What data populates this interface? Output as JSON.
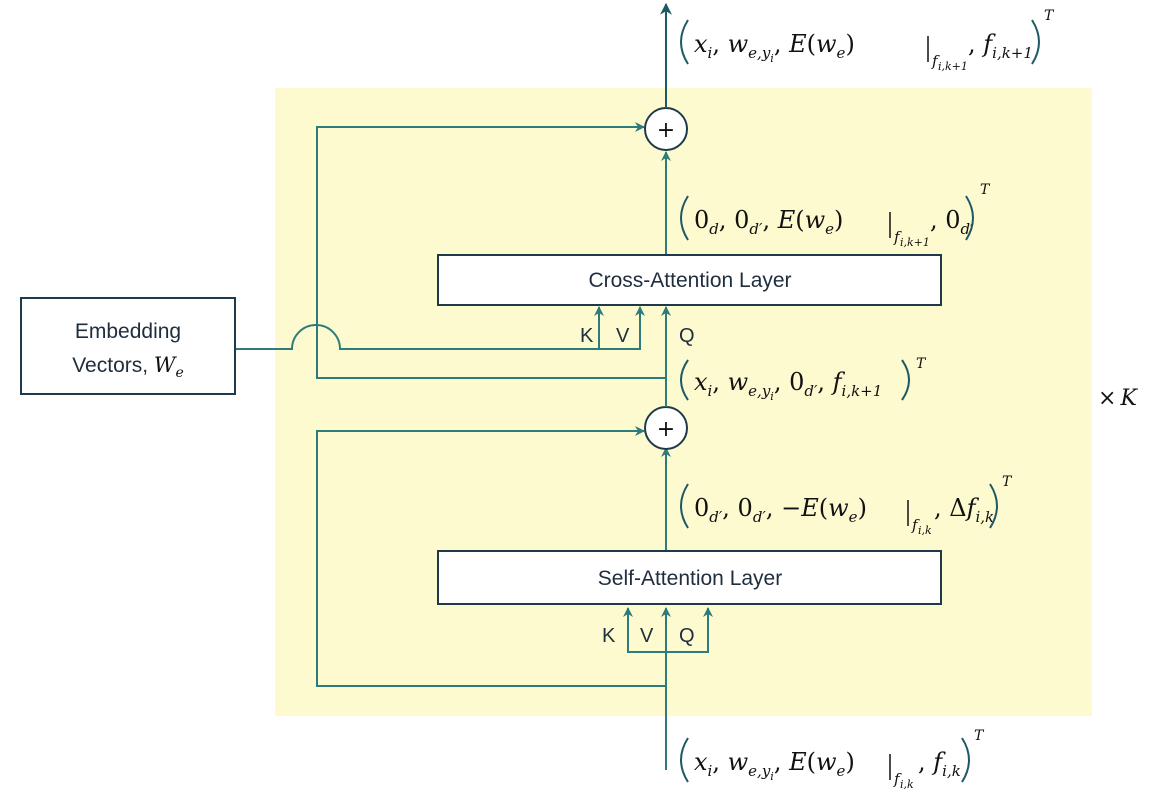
{
  "layers": {
    "cross_attention": "Cross-Attention Layer",
    "self_attention": "Self-Attention Layer"
  },
  "embedding": {
    "line1": "Embedding",
    "line2_text": "Vectors, ",
    "line2_symbol": "W",
    "line2_sub": "e"
  },
  "ports": {
    "k": "K",
    "v": "V",
    "q": "Q"
  },
  "sum_symbol": "+",
  "repeat": {
    "times": "×",
    "k": "K"
  },
  "colors": {
    "region_fill": "#fdfad0",
    "arrow_teal": "#2e7b7b",
    "box_border": "#1e3a4a",
    "output_arrow": "#1e5a66"
  }
}
